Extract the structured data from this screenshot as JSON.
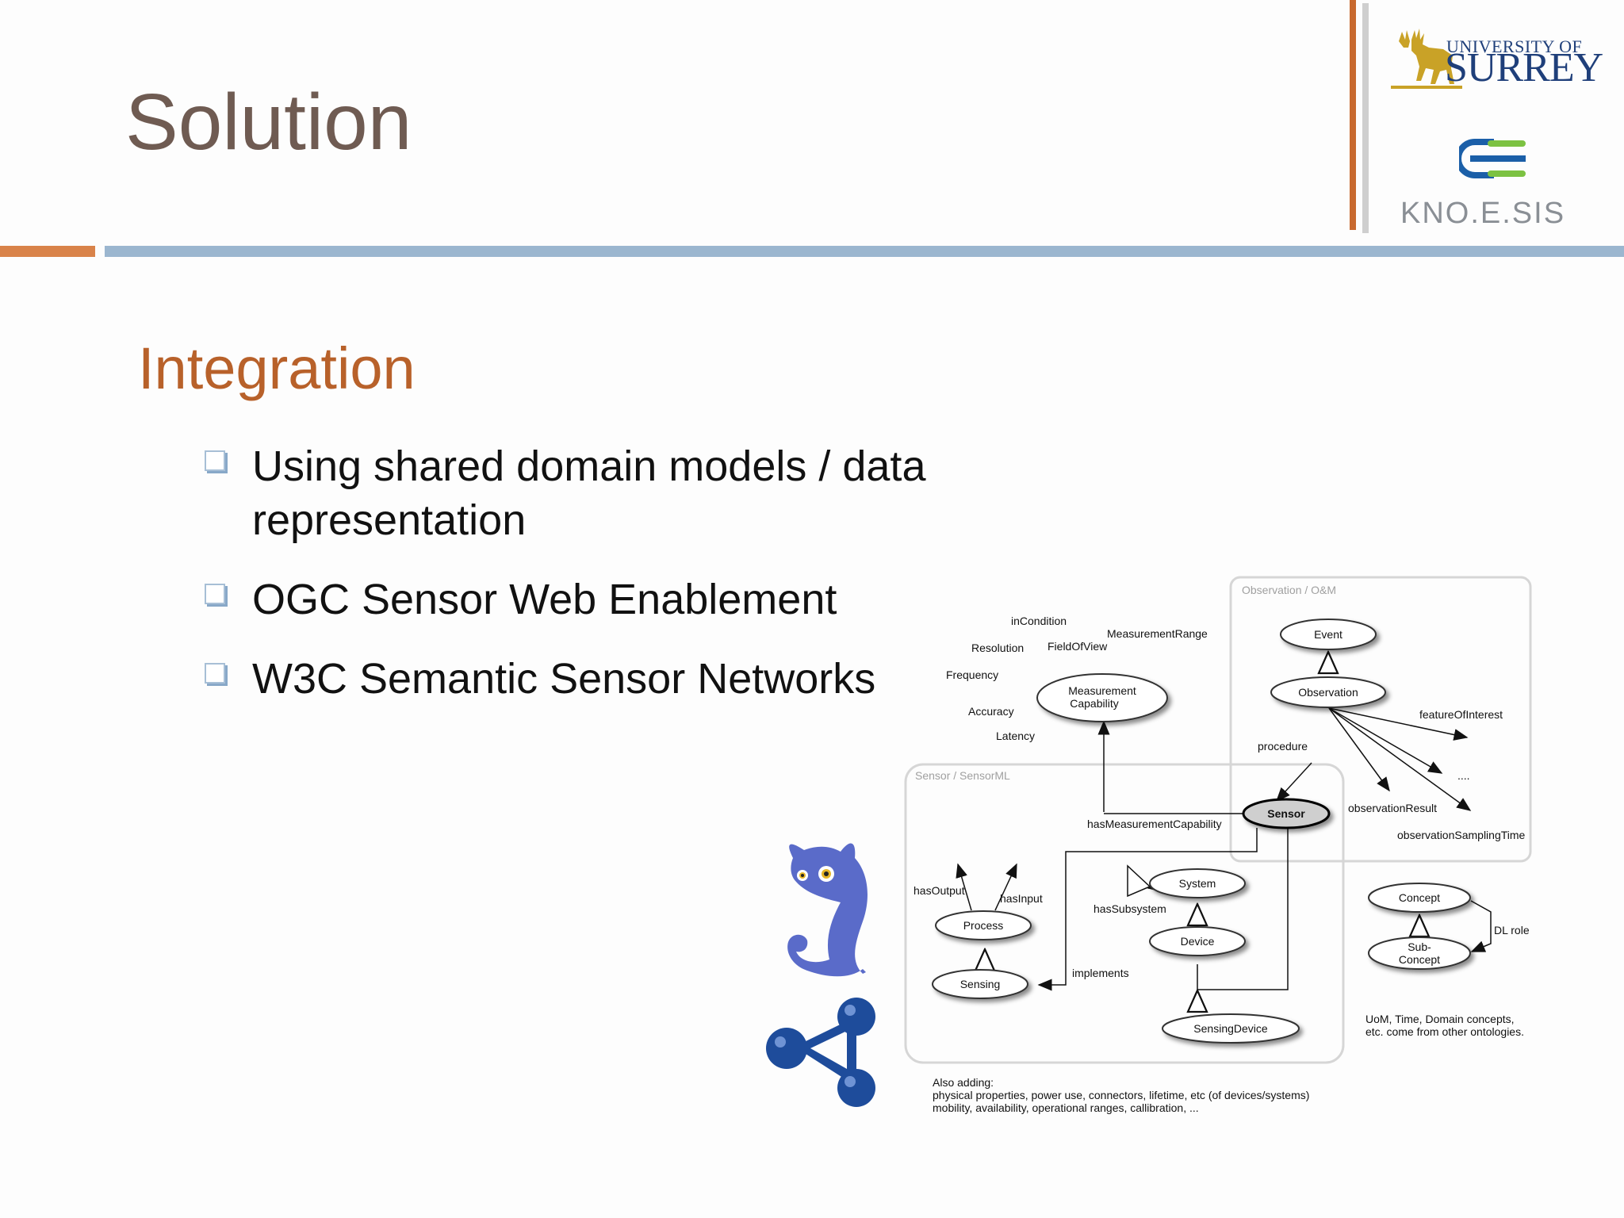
{
  "slide": {
    "title": "Solution",
    "subtitle": "Integration",
    "bullets": [
      "Using shared domain models / data representation",
      "OGC Sensor Web Enablement",
      "W3C Semantic Sensor Networks"
    ]
  },
  "logos": {
    "surrey_line1": "UNIVERSITY OF",
    "surrey_line2": "SURREY",
    "knoesis": "KNO.E.SIS"
  },
  "colors": {
    "title": "#6f5b52",
    "subtitle": "#b8612a",
    "accent_orange": "#c8692f",
    "accent_blue": "#9bb6cf",
    "knoesis_green": "#7cc242",
    "knoesis_blue": "#1b5fa8",
    "owl_blue": "#5a6bc9",
    "rdf_blue": "#1e4c9b"
  },
  "diagram": {
    "group_observation": "Observation / O&M",
    "group_sensor": "Sensor / SensorML",
    "nodes": {
      "event": "Event",
      "observation": "Observation",
      "measurement_capability": [
        "Measurement",
        "Capability"
      ],
      "sensor": "Sensor",
      "system": "System",
      "device": "Device",
      "process": "Process",
      "sensing": "Sensing",
      "sensing_device": "SensingDevice",
      "concept": "Concept",
      "sub_concept": [
        "Sub-",
        "Concept"
      ]
    },
    "labels": {
      "in_condition": "inCondition",
      "measurement_range": "MeasurementRange",
      "resolution": "Resolution",
      "field_of_view": "FieldOfView",
      "frequency": "Frequency",
      "accuracy": "Accuracy",
      "latency": "Latency",
      "feature_of_interest": "featureOfInterest",
      "procedure": "procedure",
      "ellipsis": "....",
      "observation_result": "observationResult",
      "observation_sampling_time": "observationSamplingTime",
      "has_measurement_capability": "hasMeasurementCapability",
      "has_output": "hasOutput",
      "has_input": "hasInput",
      "has_subsystem": "hasSubsystem",
      "implements": "implements",
      "dl_role": "DL role"
    },
    "notes": {
      "uom_line1": "UoM, Time, Domain concepts,",
      "uom_line2": "etc. come from other ontologies.",
      "also_line1": "Also adding:",
      "also_line2": "physical properties, power use, connectors, lifetime, etc (of devices/systems)",
      "also_line3": "mobility, availability, operational ranges, callibration, ..."
    }
  }
}
